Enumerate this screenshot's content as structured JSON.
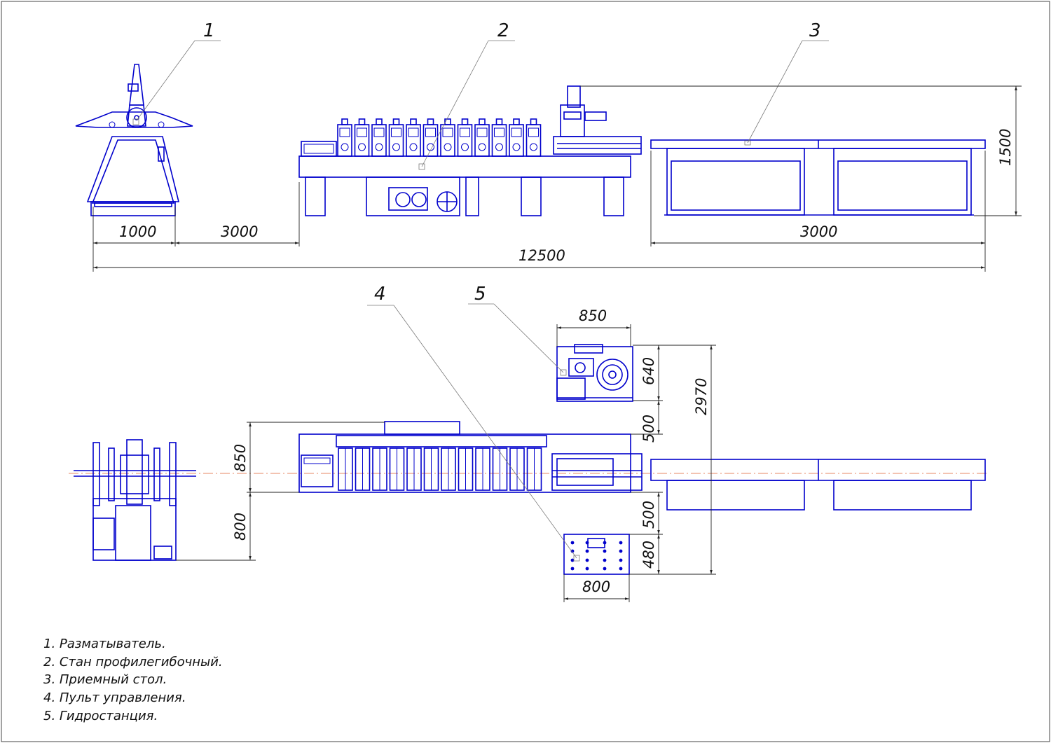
{
  "callouts": {
    "c1": "1",
    "c2": "2",
    "c3": "3",
    "c4": "4",
    "c5": "5"
  },
  "dimensions": {
    "d_1000": "1000",
    "d_3000_gap": "3000",
    "d_3000_table": "3000",
    "d_12500": "12500",
    "d_1500": "1500",
    "d_850_top": "850",
    "d_640": "640",
    "d_2970": "2970",
    "d_500_upper": "500",
    "d_850_side": "850",
    "d_800_side": "800",
    "d_500_lower": "500",
    "d_480": "480",
    "d_800_bottom": "800"
  },
  "legend": [
    "1. Разматыватель.",
    "2. Стан профилегибочный.",
    "3. Приемный стол.",
    "4. Пульт управления.",
    "5. Гидростанция."
  ],
  "colors": {
    "line": "#0000cc",
    "axis": "#e06030",
    "leader": "#7a7a7a"
  }
}
